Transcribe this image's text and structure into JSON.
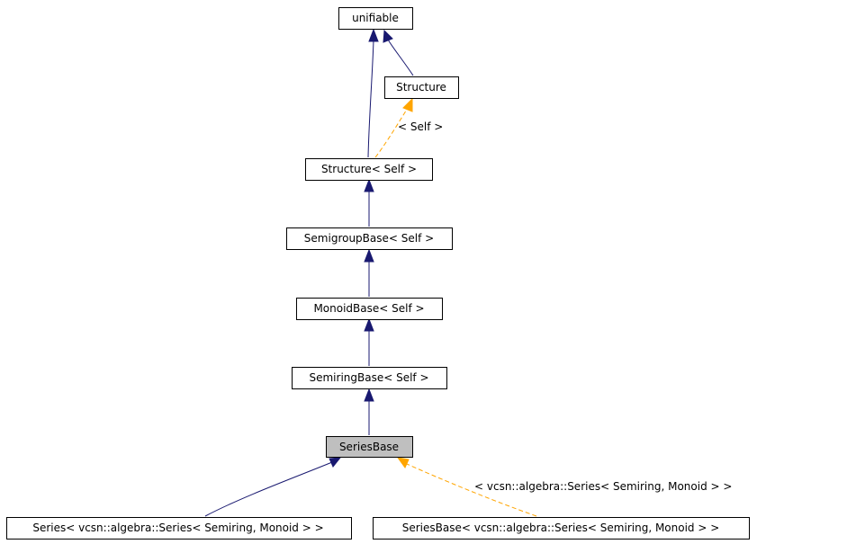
{
  "colors": {
    "inheritance_edge": "#191970",
    "template_edge": "#ffa500",
    "highlight_fill": "#bfbfbf"
  },
  "nodes": {
    "unifiable": "unifiable",
    "structure": "Structure",
    "structure_self": "Structure< Self >",
    "semigroup_base": "SemigroupBase< Self >",
    "monoid_base": "MonoidBase< Self >",
    "semiring_base": "SemiringBase< Self >",
    "series_base": "SeriesBase",
    "series_instance": "Series< vcsn::algebra::Series< Semiring, Monoid > >",
    "series_base_instance": "SeriesBase< vcsn::algebra::Series< Semiring, Monoid > >"
  },
  "edge_labels": {
    "structure_template": "< Self >",
    "series_base_template": "< vcsn::algebra::Series< Semiring, Monoid > >"
  }
}
